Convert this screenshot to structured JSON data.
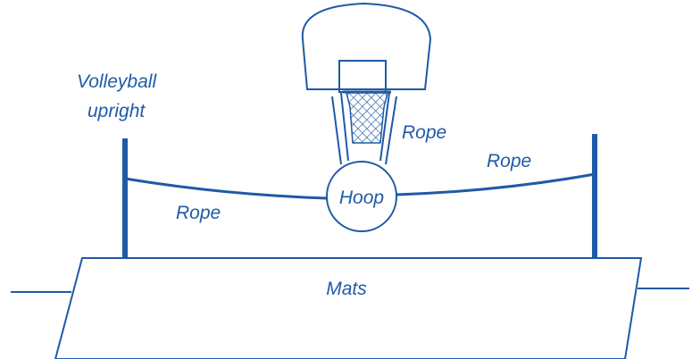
{
  "diagram": {
    "accent_color": "#1f5aa6",
    "labels": {
      "volleyball_upright_line1": "Volleyball",
      "volleyball_upright_line2": "upright",
      "rope_left": "Rope",
      "rope_upper_middle": "Rope",
      "rope_right": "Rope",
      "hoop": "Hoop",
      "mats": "Mats"
    }
  }
}
